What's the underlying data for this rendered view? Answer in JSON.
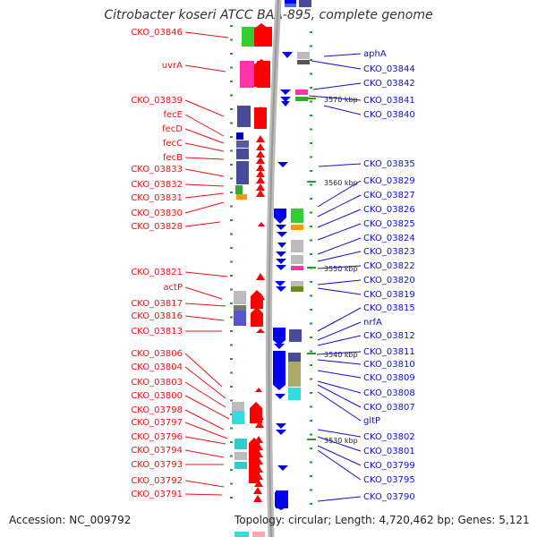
{
  "title": "Citrobacter koseri ATCC BAA-895, complete genome",
  "accession": "Accession: NC_009792",
  "summary": "Topology: circular; Length: 4,720,462 bp; Genes: 5,121",
  "colors": {
    "left_label": "#ee1111",
    "right_label": "#1111cc",
    "backbone": "#a8a8a8",
    "forward": "#ff0000",
    "reverse": "#0000ee"
  },
  "left_labels": [
    "CKO_03846",
    "uvrA",
    "CKO_03839",
    "fecE",
    "fecD",
    "fecC",
    "fecB",
    "CKO_03833",
    "CKO_03832",
    "CKO_03831",
    "CKO_03830",
    "CKO_03828",
    "CKO_03821",
    "actP",
    "CKO_03817",
    "CKO_03816",
    "CKO_03813",
    "CKO_03806",
    "CKO_03804",
    "CKO_03803",
    "CKO_03800",
    "CKO_03798",
    "CKO_03797",
    "CKO_03796",
    "CKO_03794",
    "CKO_03793",
    "CKO_03792",
    "CKO_03791"
  ],
  "right_labels": [
    "aphA",
    "CKO_03844",
    "CKO_03842",
    "CKO_03841",
    "CKO_03840",
    "CKO_03835",
    "CKO_03829",
    "CKO_03827",
    "CKO_03826",
    "CKO_03825",
    "CKO_03824",
    "CKO_03823",
    "CKO_03822",
    "CKO_03820",
    "CKO_03819",
    "CKO_03815",
    "nrfA",
    "CKO_03812",
    "CKO_03811",
    "CKO_03810",
    "CKO_03809",
    "CKO_03808",
    "CKO_03807",
    "gltP",
    "CKO_03802",
    "CKO_03801",
    "CKO_03799",
    "CKO_03795",
    "CKO_03790"
  ],
  "kbp_marks": [
    "3570 kbp",
    "3560 kbp",
    "3550 kbp",
    "3540 kbp",
    "3530 kbp"
  ]
}
